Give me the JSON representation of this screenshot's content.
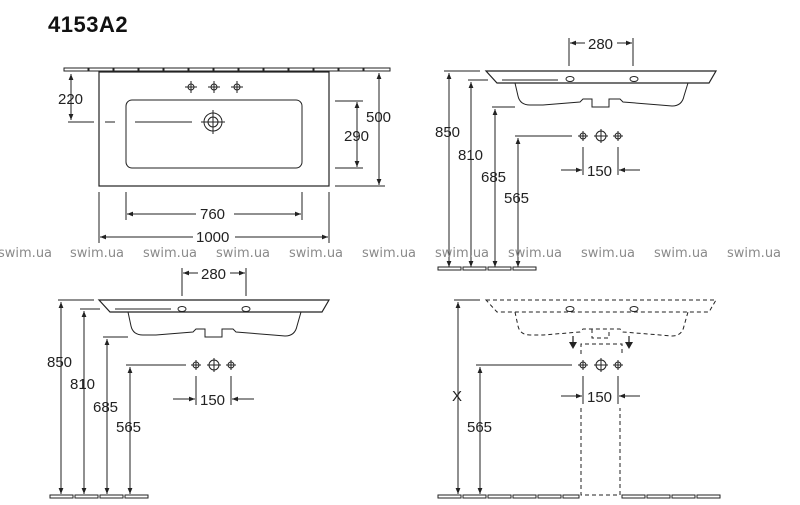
{
  "title": "4153A2",
  "watermark": "swim.ua",
  "top_view": {
    "depth": "500",
    "faucet_offset": "220",
    "bowl_depth": "290",
    "bowl_width": "760",
    "total_width": "1000"
  },
  "side_view_1": {
    "hole_spacing": "280",
    "height_top": "850",
    "height_rim": "810",
    "height_bowl_bottom": "685",
    "height_supply": "565",
    "supply_spacing": "150"
  },
  "side_view_2": {
    "hole_spacing": "280",
    "height_top": "850",
    "height_rim": "810",
    "height_bowl_bottom": "685",
    "height_supply": "565",
    "supply_spacing": "150"
  },
  "pedestal_view": {
    "height_variable": "X",
    "height_supply": "565",
    "supply_spacing": "150"
  },
  "colors": {
    "line": "#222222",
    "watermark": "#8a8a8a"
  }
}
